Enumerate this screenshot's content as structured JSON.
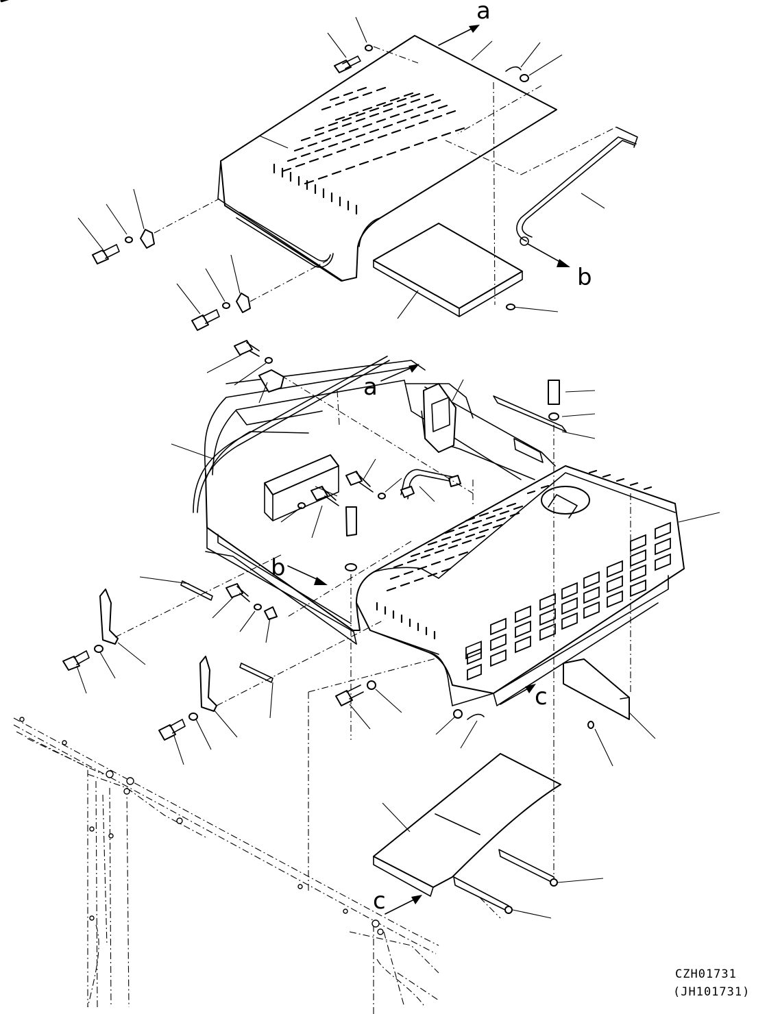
{
  "drawing": {
    "arrow_labels": {
      "top_a": "a",
      "mid_a": "a",
      "top_b": "b",
      "mid_b": "b",
      "right_c": "c",
      "bottom_c": "c"
    },
    "reference": {
      "code": "CZH01731",
      "sub_code": "(JH101731)"
    }
  }
}
